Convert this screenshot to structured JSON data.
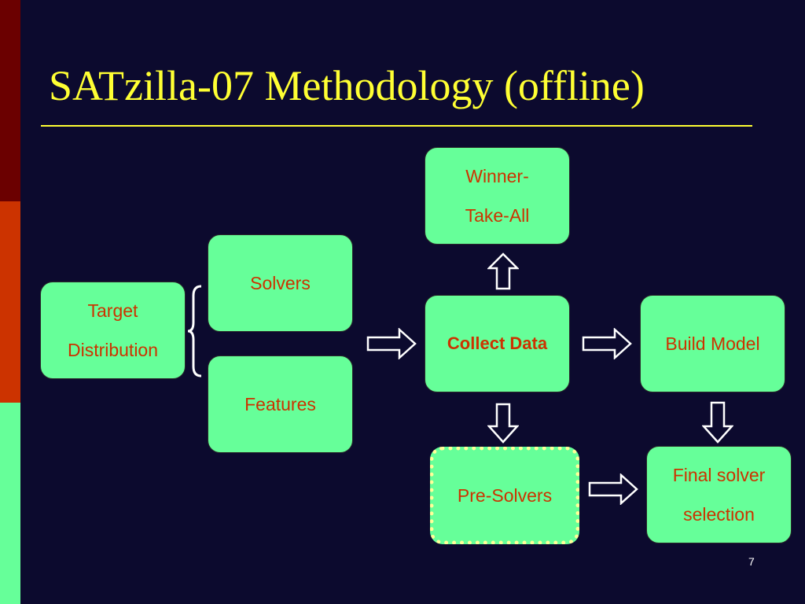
{
  "slide": {
    "title": "SATzilla-07 Methodology  (offline)",
    "page_number": "7"
  },
  "nodes": {
    "target": [
      "Target",
      "Distribution"
    ],
    "solvers": "Solvers",
    "features": "Features",
    "collect": "Collect Data",
    "winner": [
      "Winner-",
      "Take-All"
    ],
    "build": "Build Model",
    "presolvers": "Pre-Solvers",
    "final": [
      "Final solver",
      "selection"
    ]
  },
  "colors": {
    "background": "#0c0a2e",
    "title": "#ffff33",
    "box_fill": "#66ff99",
    "box_text": "#cc3300"
  }
}
